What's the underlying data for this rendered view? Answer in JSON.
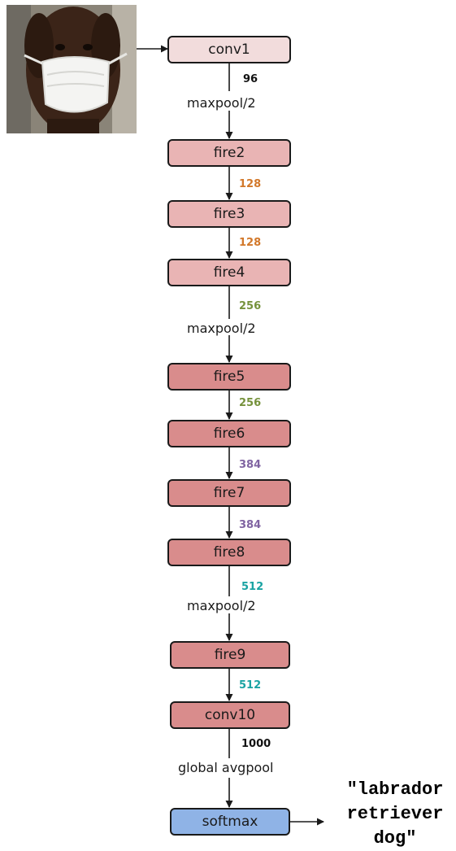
{
  "input_image": {
    "alt": "dog wearing a face mask"
  },
  "blocks": [
    {
      "label": "conv1",
      "color": "#f2dcdc"
    },
    {
      "label": "fire2",
      "color": "#e9b4b4"
    },
    {
      "label": "fire3",
      "color": "#e9b4b4"
    },
    {
      "label": "fire4",
      "color": "#e9b4b4"
    },
    {
      "label": "fire5",
      "color": "#d98c8c"
    },
    {
      "label": "fire6",
      "color": "#d98c8c"
    },
    {
      "label": "fire7",
      "color": "#d98c8c"
    },
    {
      "label": "fire8",
      "color": "#d98c8c"
    },
    {
      "label": "fire9",
      "color": "#d98c8c"
    },
    {
      "label": "conv10",
      "color": "#d98c8c"
    },
    {
      "label": "softmax",
      "color": "#8fb3e6"
    }
  ],
  "channels": [
    {
      "value": "96",
      "color": "#111111"
    },
    {
      "value": "128",
      "color": "#d2782a"
    },
    {
      "value": "128",
      "color": "#d2782a"
    },
    {
      "value": "256",
      "color": "#76923c"
    },
    {
      "value": "256",
      "color": "#76923c"
    },
    {
      "value": "384",
      "color": "#8064a2"
    },
    {
      "value": "384",
      "color": "#8064a2"
    },
    {
      "value": "512",
      "color": "#1aa3a3"
    },
    {
      "value": "512",
      "color": "#1aa3a3"
    },
    {
      "value": "1000",
      "color": "#111111"
    }
  ],
  "pooling": [
    "maxpool/2",
    "maxpool/2",
    "maxpool/2",
    "global avgpool"
  ],
  "output": {
    "lines": [
      "\"labrador",
      "retriever",
      "dog\""
    ]
  }
}
